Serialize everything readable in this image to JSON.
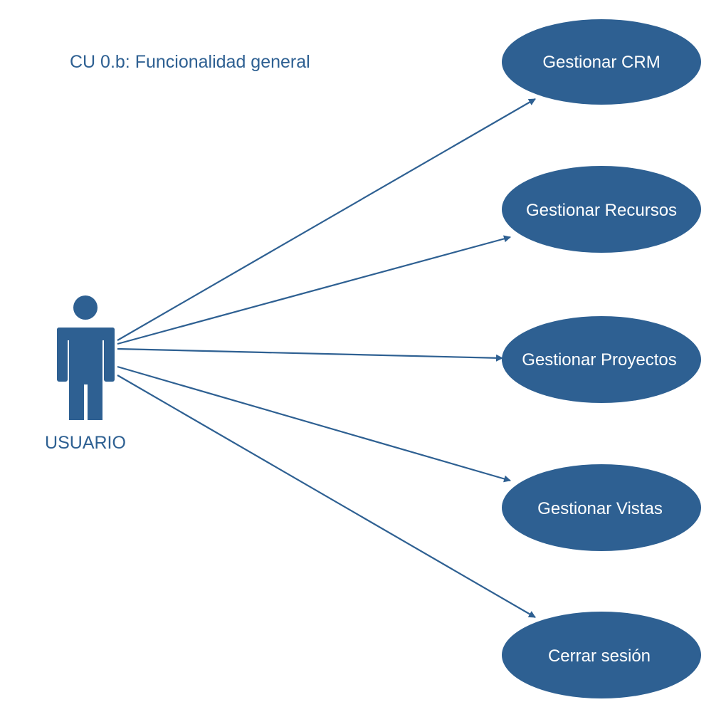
{
  "diagram": {
    "title": "CU 0.b: Funcionalidad general",
    "colors": {
      "primary": "#2e6092",
      "text_on_primary": "#ffffff",
      "background": "#ffffff"
    },
    "actor": {
      "label": "USUARIO",
      "icon": "person-icon"
    },
    "use_cases": [
      {
        "label": "Gestionar CRM"
      },
      {
        "label": "Gestionar Recursos"
      },
      {
        "label": "Gestionar Proyectos"
      },
      {
        "label": "Gestionar Vistas"
      },
      {
        "label": "Cerrar sesión"
      }
    ]
  }
}
